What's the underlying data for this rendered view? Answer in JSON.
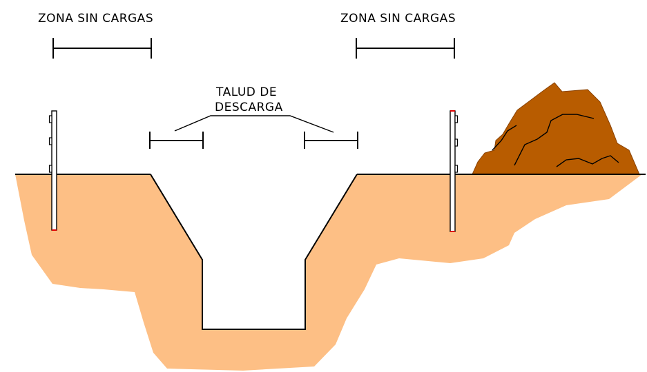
{
  "labels": {
    "left_zone": "ZONA SIN CARGAS",
    "right_zone": "ZONA SIN CARGAS",
    "slope_line1": "TALUD DE",
    "slope_line2": "DESCARGA"
  },
  "colors": {
    "soil": "#FDBF85",
    "spoil_pile": "#B85C00",
    "spoil_outline": "#8A4200",
    "lines": "#000000",
    "stake_tip": "#E00000",
    "background": "#FFFFFF"
  }
}
